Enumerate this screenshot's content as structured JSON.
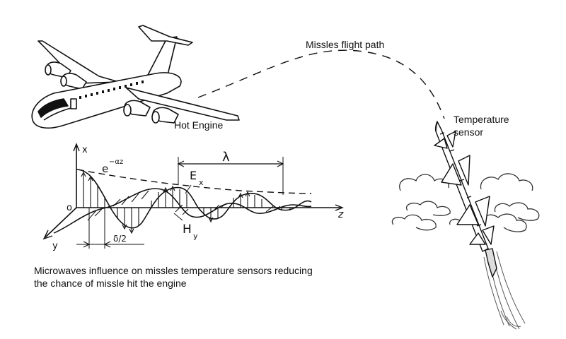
{
  "labels": {
    "flight_path": "Missles flight path",
    "hot_engine": "Hot Engine",
    "temperature_sensor_line1": "Temperature",
    "temperature_sensor_line2": "sensor",
    "caption_line1": "Microwaves influence on missles temperature sensors reducing",
    "caption_line2": "the chance of missle hit the engine"
  },
  "wave_diagram": {
    "axis_x": "x",
    "axis_y": "y",
    "axis_z": "z",
    "origin": "o",
    "attenuation": "e",
    "attenuation_exponent": "−αz",
    "wavelength": "λ",
    "electric_field": "E",
    "electric_sub": "x",
    "magnetic_field": "H",
    "magnetic_sub": "y",
    "skin_depth": "δ/2"
  }
}
